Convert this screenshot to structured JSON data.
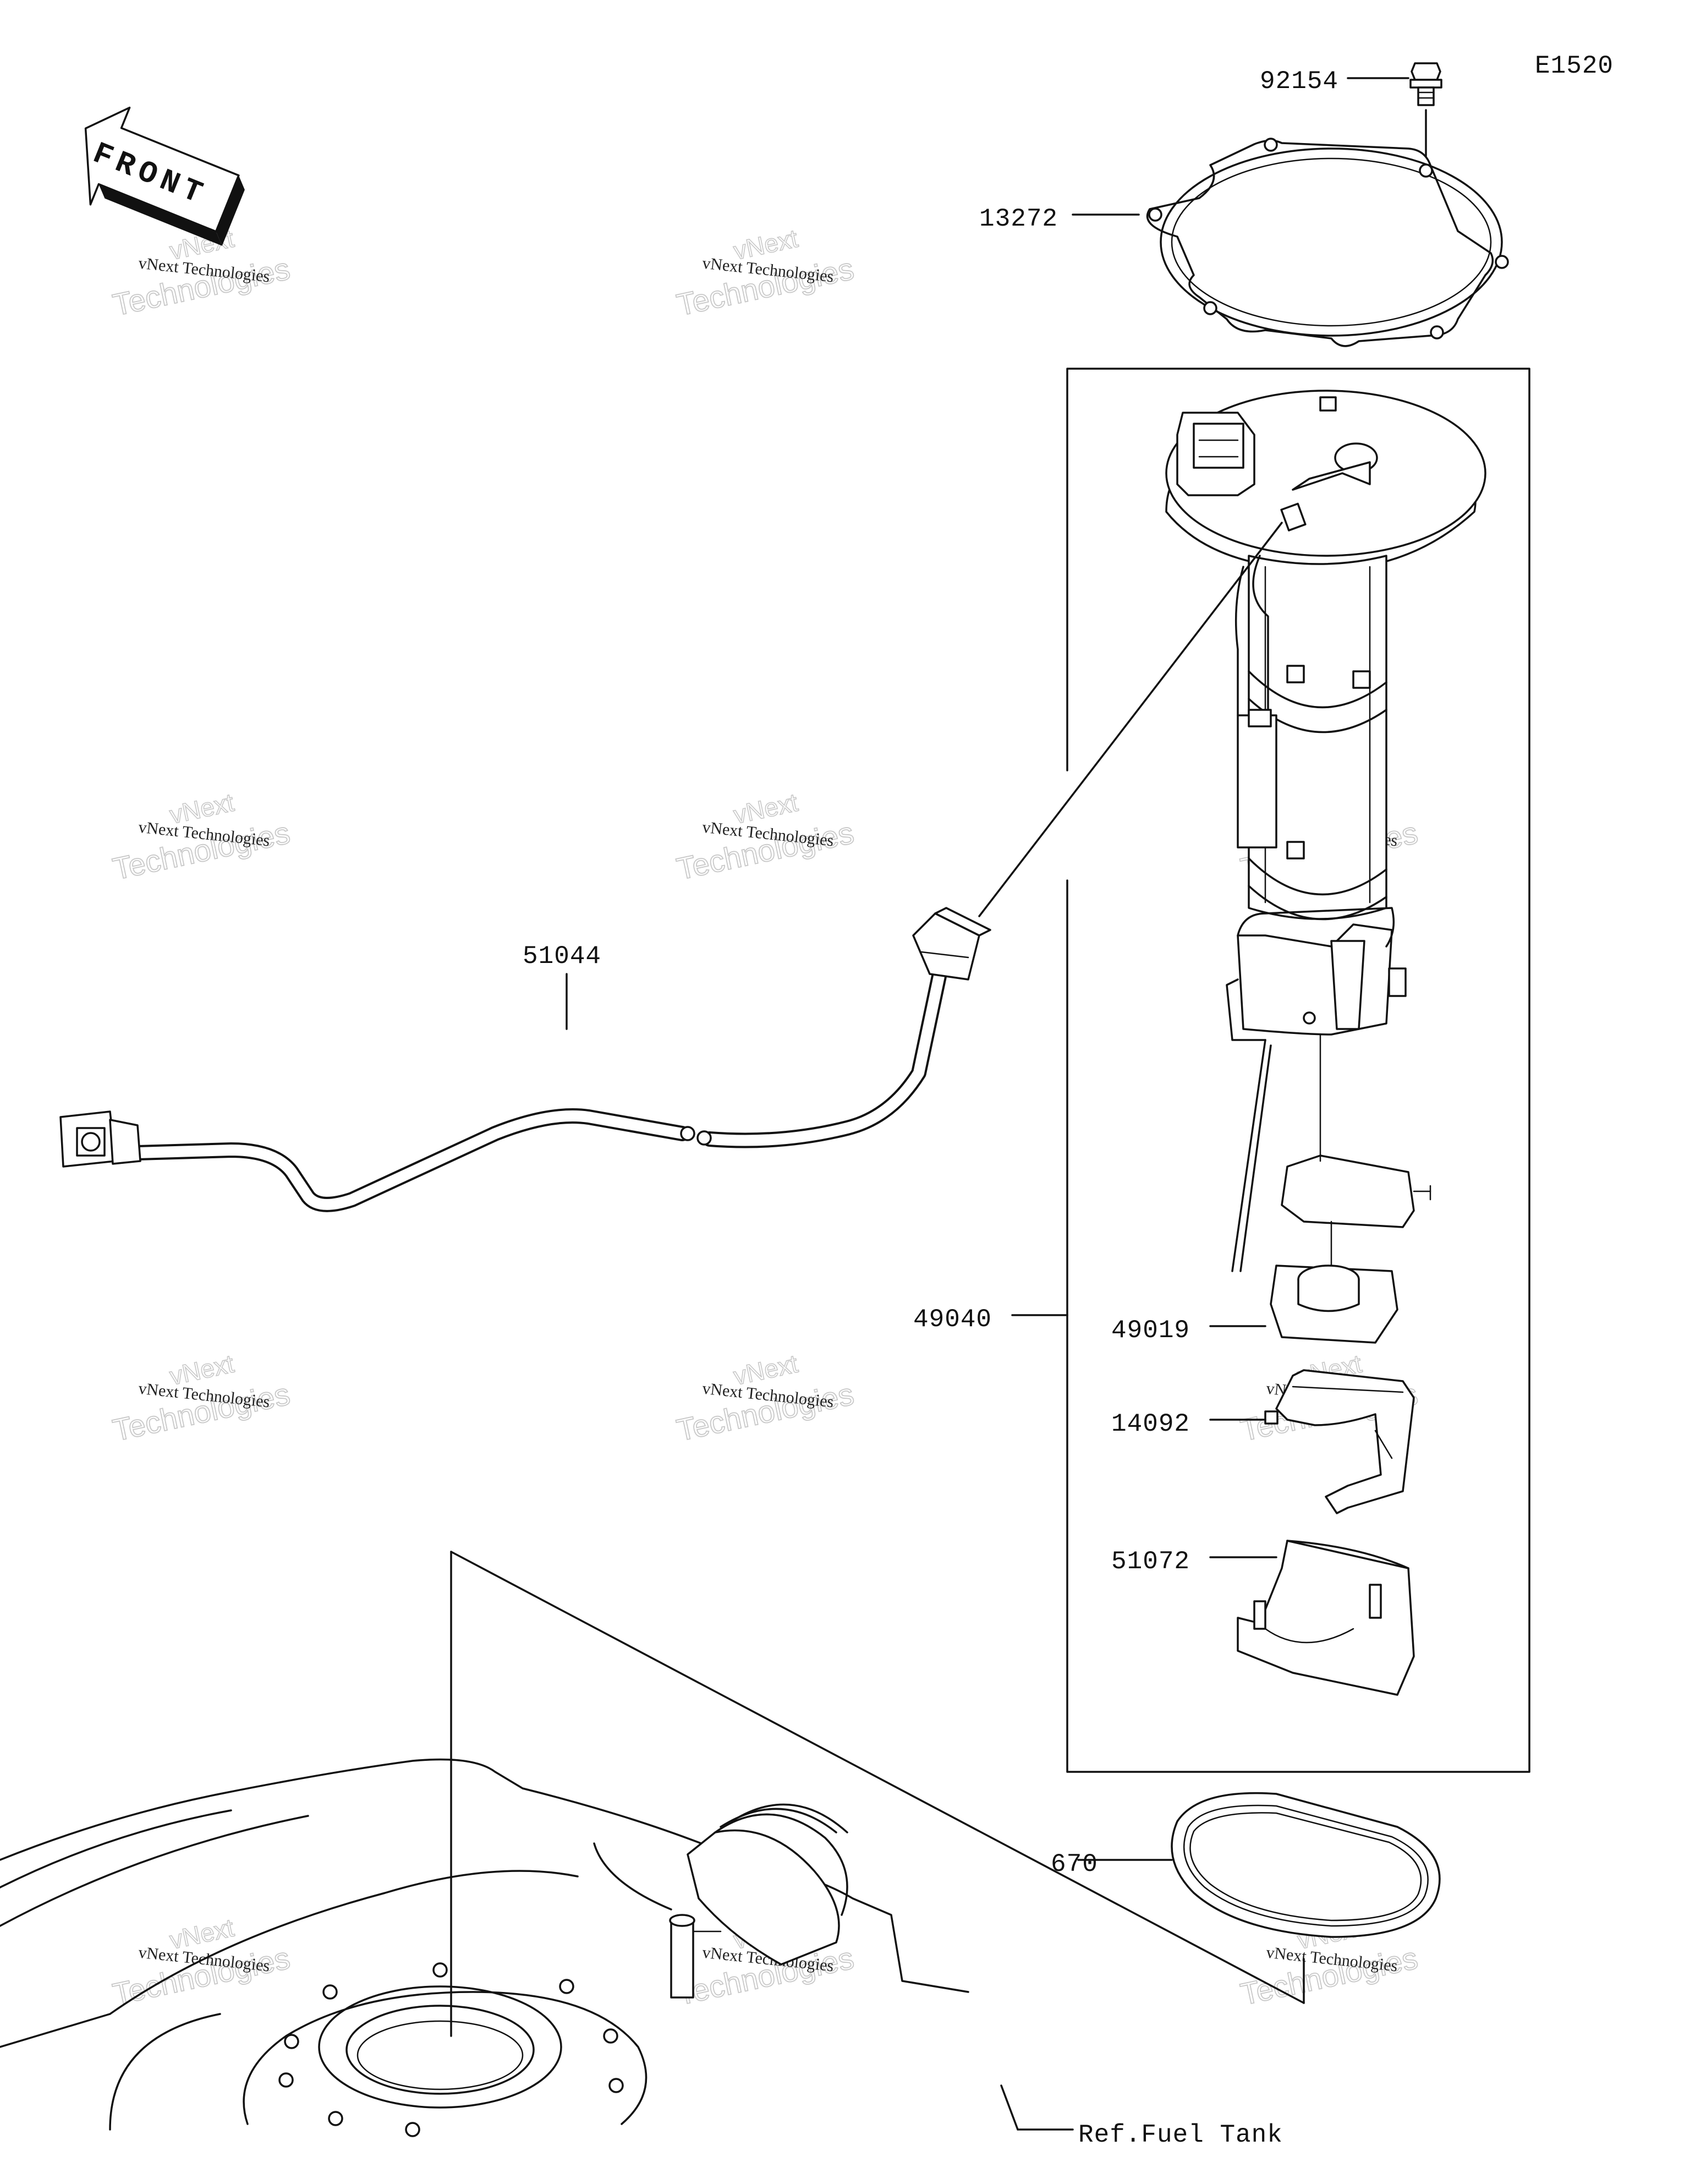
{
  "diagram_code": "E1520",
  "front_label": "FRONT",
  "parts": [
    {
      "id": "p92154",
      "label": "92154"
    },
    {
      "id": "p13272",
      "label": "13272"
    },
    {
      "id": "p51044",
      "label": "51044"
    },
    {
      "id": "p49040",
      "label": "49040"
    },
    {
      "id": "p49019",
      "label": "49019"
    },
    {
      "id": "p14092",
      "label": "14092"
    },
    {
      "id": "p51072",
      "label": "51072"
    },
    {
      "id": "p670",
      "label": "670"
    }
  ],
  "reference_label": "Ref.Fuel Tank",
  "watermark": {
    "line1": "vNext Technologies",
    "line2": "Technologies",
    "line3": "vNext"
  }
}
